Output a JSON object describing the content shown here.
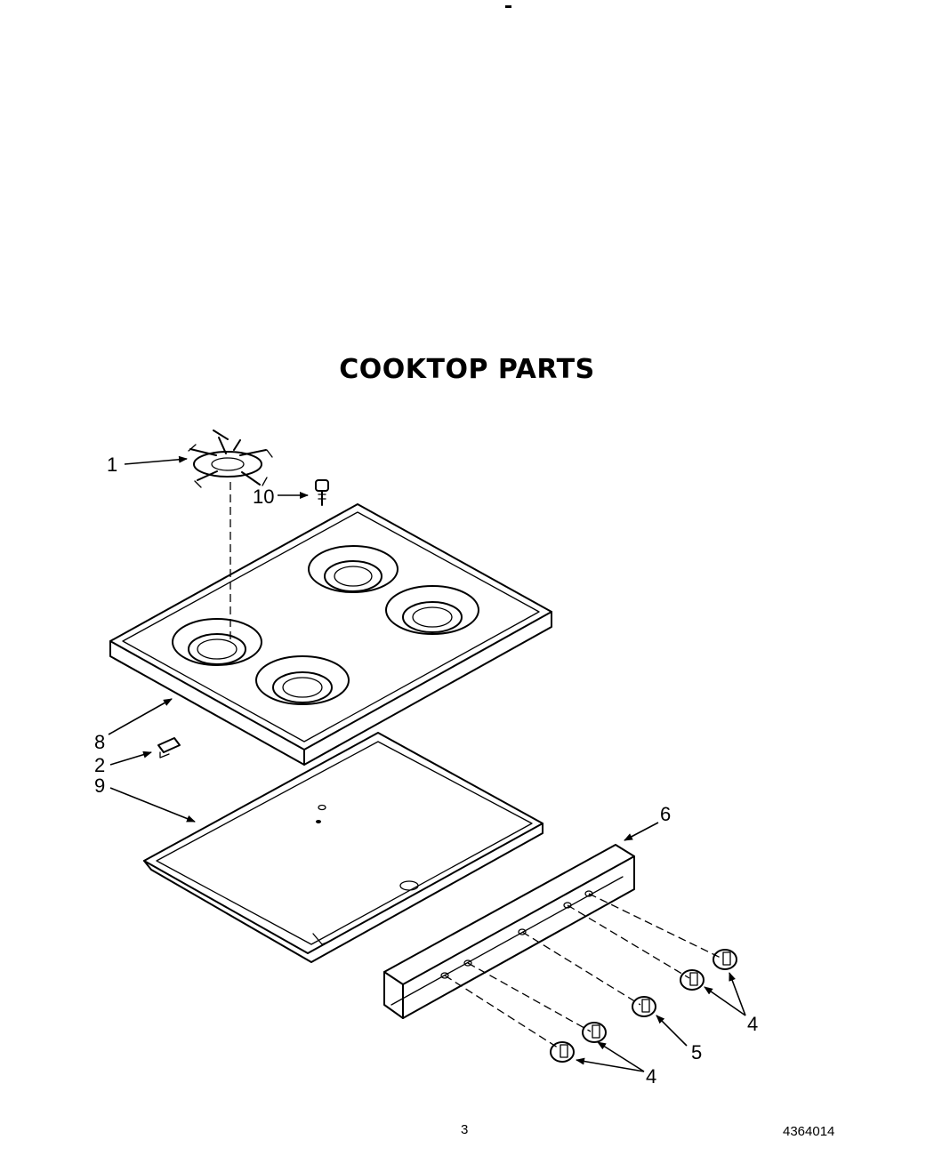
{
  "title": "COOKTOP PARTS",
  "callouts": {
    "c1": "1",
    "c10": "10",
    "c8": "8",
    "c2": "2",
    "c9": "9",
    "c6": "6",
    "c4_right": "4",
    "c5": "5",
    "c4_bottom": "4"
  },
  "footer": {
    "page_number": "3",
    "part_number": "4364014"
  },
  "colors": {
    "ink": "#000000",
    "paper": "#ffffff"
  }
}
